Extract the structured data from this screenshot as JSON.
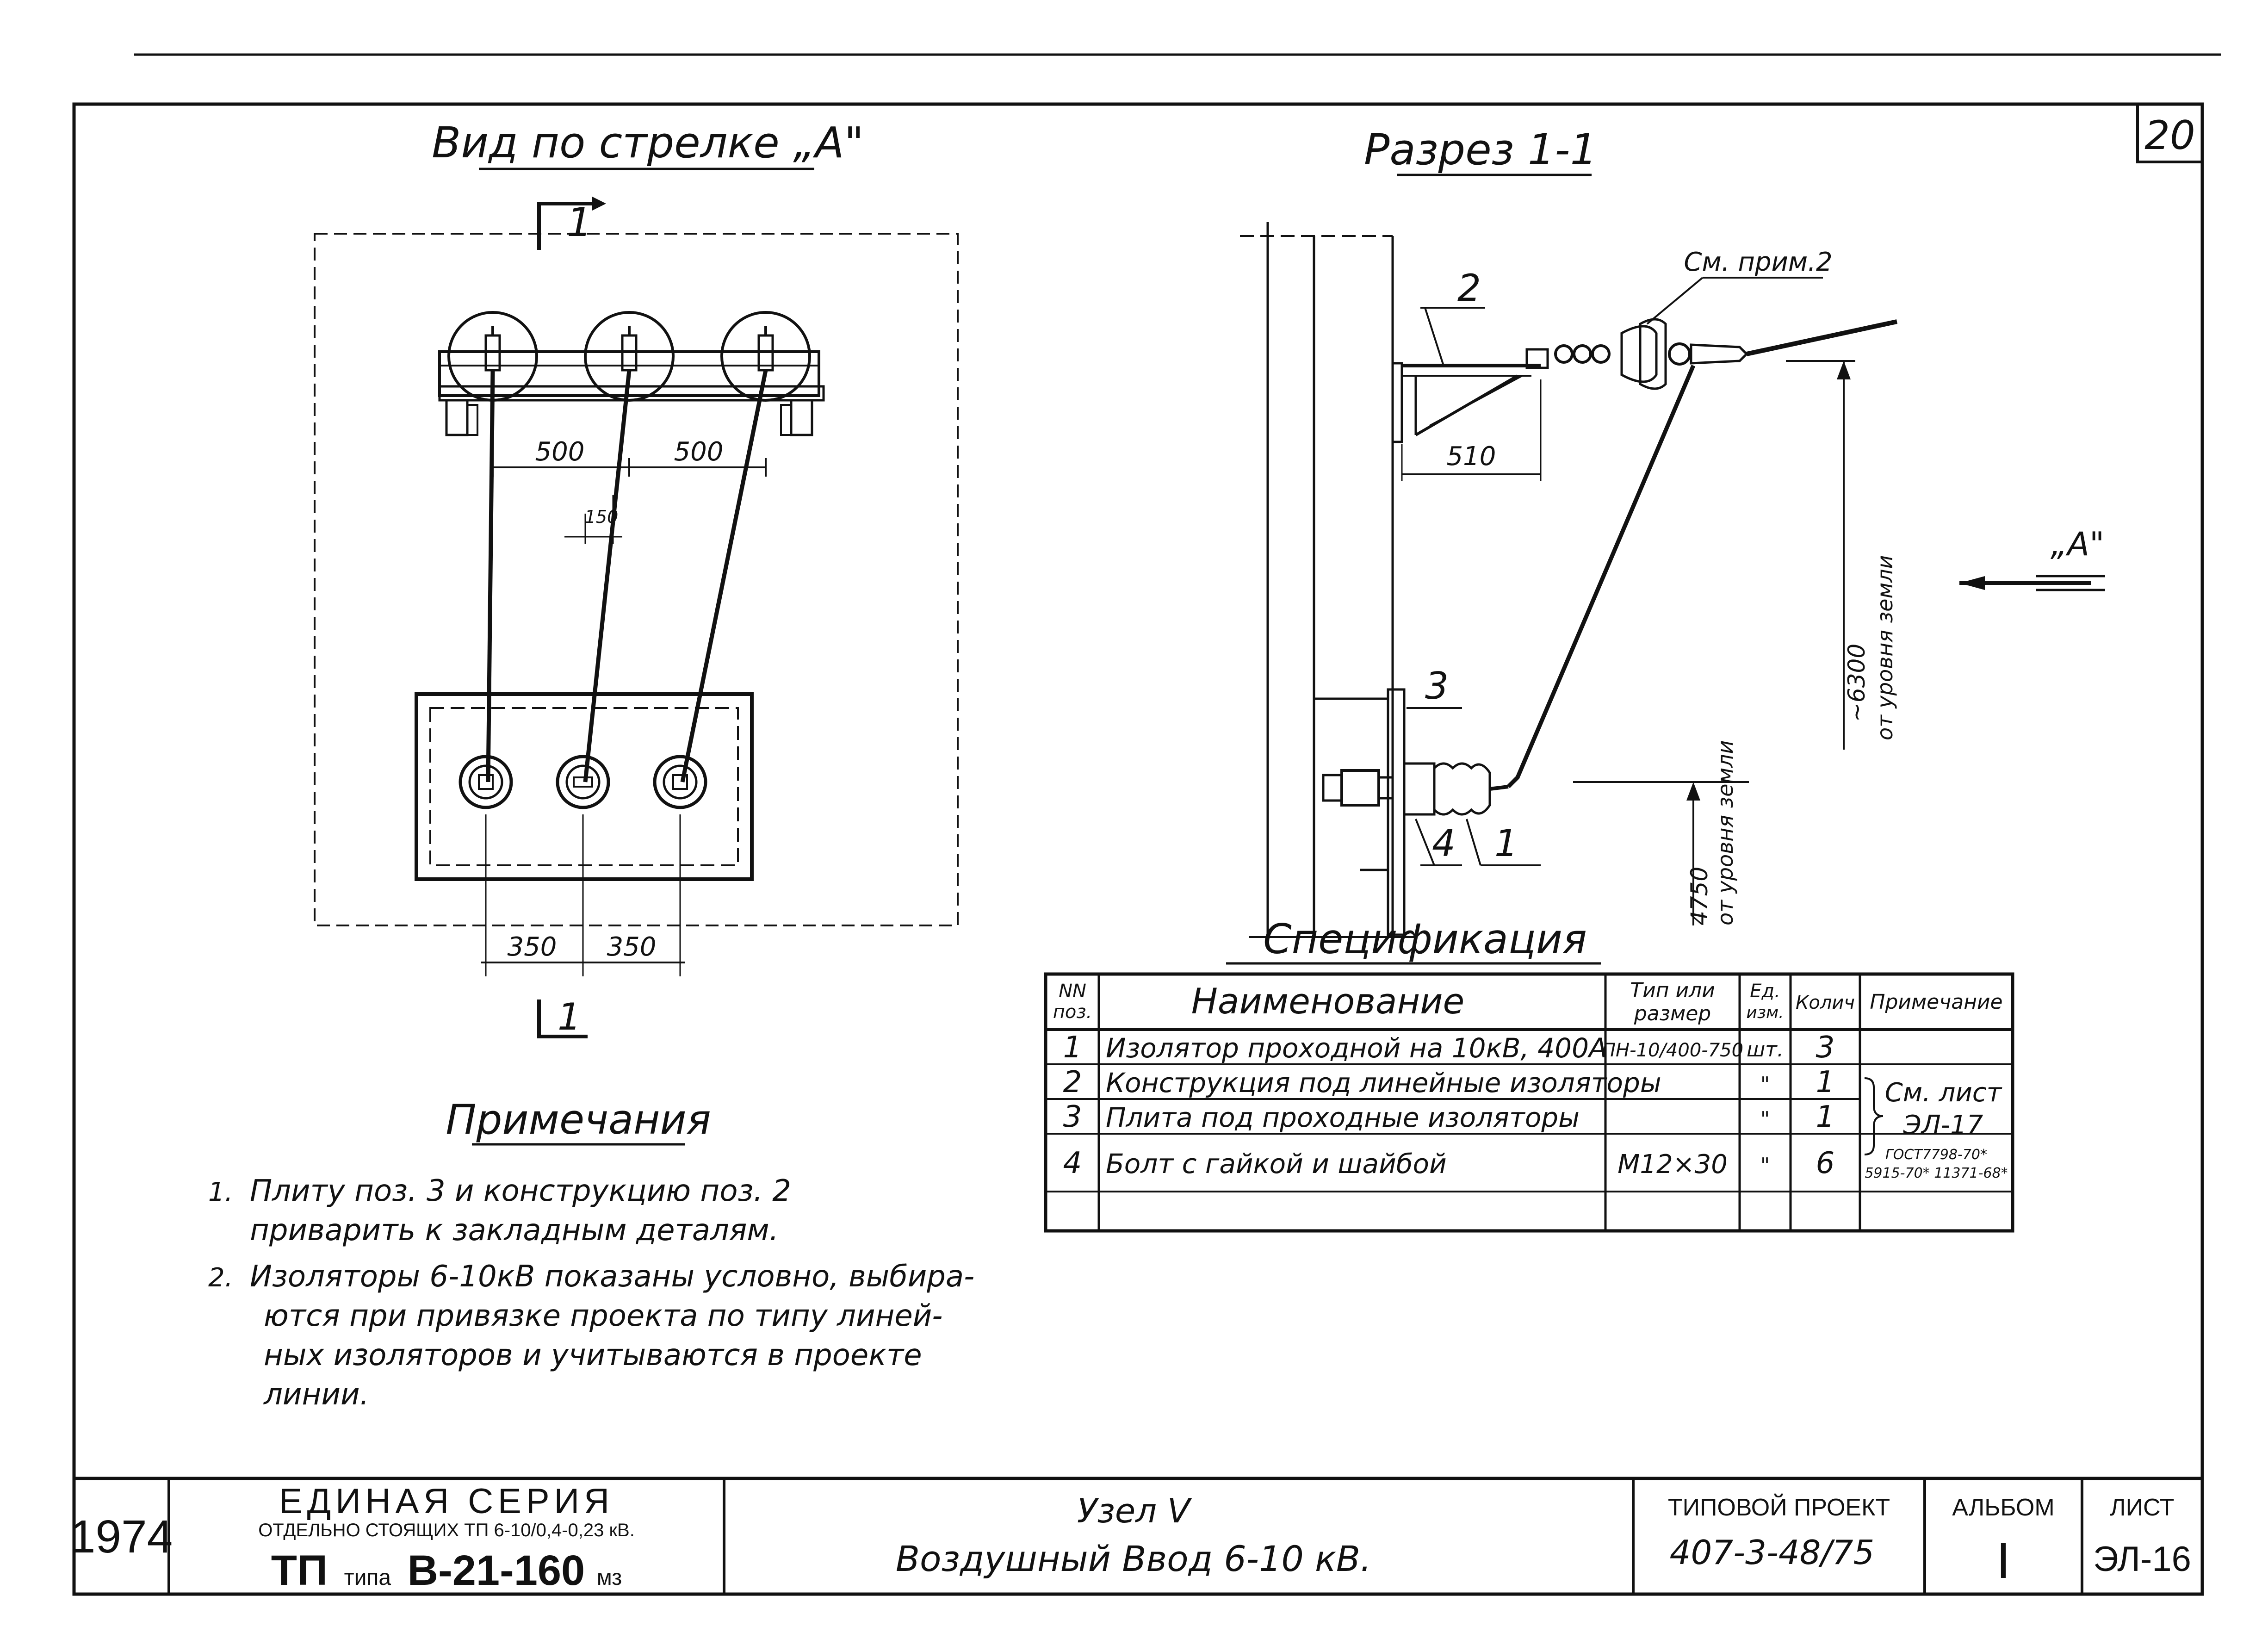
{
  "sheet_number": "20",
  "view_a": {
    "title": "Вид по стрелке „А\"",
    "section_mark": "1",
    "dims": {
      "left_500": "500",
      "right_500": "500",
      "offset_150": "150",
      "left_350": "350",
      "right_350": "350"
    }
  },
  "section": {
    "title": "Разрез 1-1",
    "note_ref": "См. прим.2",
    "dim_510": "510",
    "arrow_label": "„А\"",
    "height_6300": "~6300",
    "height_6300_sub": "от уровня земли",
    "height_4750": "4750",
    "height_4750_sub": "от уровня земли",
    "pos": {
      "p1": "1",
      "p2": "2",
      "p3": "3",
      "p4": "4"
    }
  },
  "notes": {
    "title": "Примечания",
    "items": [
      {
        "num": "1.",
        "lines": [
          "Плиту поз. 3 и  конструкцию поз. 2",
          "приварить  к  закладным  деталям."
        ]
      },
      {
        "num": "2.",
        "lines": [
          "Изоляторы 6-10кВ показаны условно, выбира-",
          "ются при привязке проекта по типу линей-",
          "ных изоляторов и учитываются в проекте",
          "линии."
        ]
      }
    ]
  },
  "spec": {
    "title": "Спецификация",
    "headers": {
      "pos": [
        "NN",
        "поз."
      ],
      "name": "Наименование",
      "type": [
        "Тип или",
        "размер"
      ],
      "unit": [
        "Ед.",
        "изм."
      ],
      "qty": "Колич",
      "note": "Примечание"
    },
    "rows": [
      {
        "pos": "1",
        "name": "Изолятор проходной на 10кВ, 400А",
        "type": "ПН-10/400-750",
        "unit": "шт.",
        "qty": "3",
        "note": ""
      },
      {
        "pos": "2",
        "name": "Конструкция под линейные изоляторы",
        "type": "",
        "unit": "\"",
        "qty": "1",
        "note": ""
      },
      {
        "pos": "3",
        "name": "Плита под проходные изоляторы",
        "type": "",
        "unit": "\"",
        "qty": "1",
        "note": ""
      },
      {
        "pos": "4",
        "name": "Болт с гайкой  и  шайбой",
        "type": "М12×30",
        "unit": "\"",
        "qty": "6",
        "note": ""
      }
    ],
    "group_note": [
      "См. лист",
      "ЭЛ-17"
    ],
    "row4_note": [
      "ГОСТ7798-70*",
      "5915-70* 11371-68*"
    ]
  },
  "title_block": {
    "year": "1974",
    "series_title": "ЕДИНАЯ  СЕРИЯ",
    "series_sub": "ОТДЕЛЬНО СТОЯЩИХ ТП 6-10/0,4-0,23 кВ.",
    "tp_prefix": "ТП",
    "tp_type_word": "типа",
    "tp_type": "В-21-160",
    "tp_suffix": "мз",
    "node": "Узел V",
    "description": "Воздушный  Ввод  6-10 кВ.",
    "project_label": "ТИПОВОЙ ПРОЕКТ",
    "project_number": "407-3-48/75",
    "album_label": "АЛЬБОМ",
    "album_value": "I",
    "sheet_label": "ЛИСТ",
    "sheet_value": "ЭЛ-16"
  }
}
